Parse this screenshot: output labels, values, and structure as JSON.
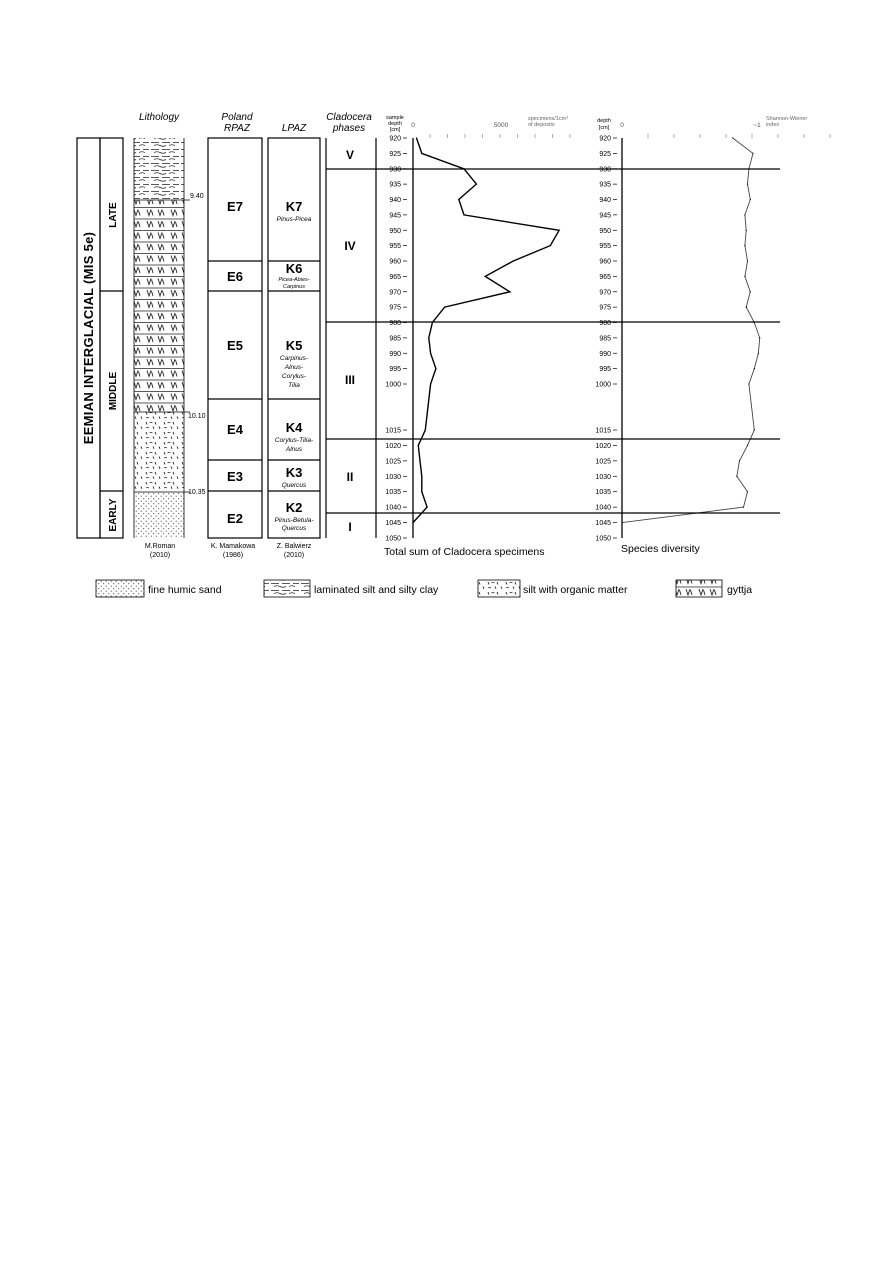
{
  "headers": {
    "lithology": "Lithology",
    "rpaz_line1": "Poland",
    "rpaz_line2": "RPAZ",
    "lpaz": "LPAZ",
    "cladocera_line1": "Cladocera",
    "cladocera_line2": "phases",
    "sample_depth": [
      "sample",
      "depth",
      "[cm]"
    ],
    "depth_right": [
      "depth",
      "[cm]"
    ],
    "abundance_axis_max": "5000",
    "abundance_zero": "0",
    "abundance_units": [
      "specimens/1cm³",
      "of deposits"
    ],
    "diversity_zero": "0",
    "diversity_max": "~1",
    "diversity_units": [
      "Shannon-Wiener",
      "index"
    ]
  },
  "stage": {
    "title": "EEMIAN INTERGLACIAL (MIS 5e)",
    "subdivisions": [
      "EARLY",
      "MIDDLE",
      "LATE"
    ]
  },
  "lithology_depths": [
    "9.40",
    "10.10",
    "10.35"
  ],
  "rpaz_zones": [
    "E2",
    "E3",
    "E4",
    "E5",
    "E6",
    "E7"
  ],
  "lpaz_zones": [
    {
      "code": "K2",
      "taxa": [
        "Pinus-Betula-",
        "Quercus"
      ]
    },
    {
      "code": "K3",
      "taxa": [
        "Quercus"
      ]
    },
    {
      "code": "K4",
      "taxa": [
        "Corylus-Tilia-",
        "Alnus"
      ]
    },
    {
      "code": "K5",
      "taxa": [
        "Carpinus-",
        "Alnus-",
        "Corylus-",
        "Tilia"
      ]
    },
    {
      "code": "K6",
      "taxa": [
        "Picea-Abies-",
        "Carpinus"
      ]
    },
    {
      "code": "K7",
      "taxa": [
        "Pinus-Picea"
      ]
    }
  ],
  "cladocera_phases": [
    "I",
    "II",
    "III",
    "IV",
    "V"
  ],
  "depth_ticks": [
    "920",
    "925",
    "930",
    "935",
    "940",
    "945",
    "950",
    "955",
    "960",
    "965",
    "970",
    "975",
    "980",
    "985",
    "990",
    "995",
    "1000",
    "1015",
    "1020",
    "1025",
    "1030",
    "1035",
    "1040",
    "1045",
    "1050"
  ],
  "credits": {
    "lithology": [
      "M.Roman",
      "(2010)"
    ],
    "rpaz": [
      "K. Mamakowa",
      "(1986)"
    ],
    "lpaz": [
      "Z. Balwierz",
      "(2010)"
    ]
  },
  "chart_data": [
    {
      "type": "line",
      "title": "",
      "xlabel": "Total sum of Cladocera specimens",
      "ylabel": "sample depth [cm]",
      "xlim": [
        0,
        8500
      ],
      "ylim": [
        1050,
        920
      ],
      "series": [
        {
          "depth": [
            920,
            925,
            930,
            935,
            940,
            945,
            950,
            955,
            960,
            965,
            970,
            975,
            980,
            985,
            990,
            995,
            1000,
            1015,
            1020,
            1025,
            1030,
            1035,
            1040,
            1045
          ],
          "values": [
            200,
            500,
            2900,
            3600,
            2600,
            2900,
            8300,
            7800,
            5700,
            4100,
            5500,
            1800,
            1100,
            900,
            1000,
            1300,
            1000,
            700,
            300,
            400,
            500,
            500,
            800,
            0
          ]
        }
      ]
    },
    {
      "type": "line",
      "title": "",
      "xlabel": "Species diversity",
      "ylabel": "depth [cm]",
      "xlim": [
        0,
        1.2
      ],
      "ylim": [
        1050,
        920
      ],
      "series": [
        {
          "depth": [
            920,
            925,
            930,
            935,
            940,
            945,
            950,
            955,
            960,
            965,
            970,
            975,
            980,
            985,
            990,
            995,
            1000,
            1015,
            1020,
            1025,
            1030,
            1035,
            1040,
            1045
          ],
          "values": [
            0.82,
            0.97,
            0.94,
            0.93,
            0.95,
            0.91,
            0.92,
            0.91,
            0.93,
            0.91,
            0.95,
            0.92,
            0.98,
            1.02,
            1.01,
            0.98,
            0.94,
            0.98,
            0.93,
            0.87,
            0.85,
            0.93,
            0.9,
            0.0
          ]
        }
      ]
    }
  ],
  "legend": [
    {
      "pattern": "sand",
      "label": "fine humic sand"
    },
    {
      "pattern": "laminated",
      "label": "laminated silt and silty clay"
    },
    {
      "pattern": "organic",
      "label": "silt with organic matter"
    },
    {
      "pattern": "gyttja",
      "label": "gyttja"
    }
  ]
}
